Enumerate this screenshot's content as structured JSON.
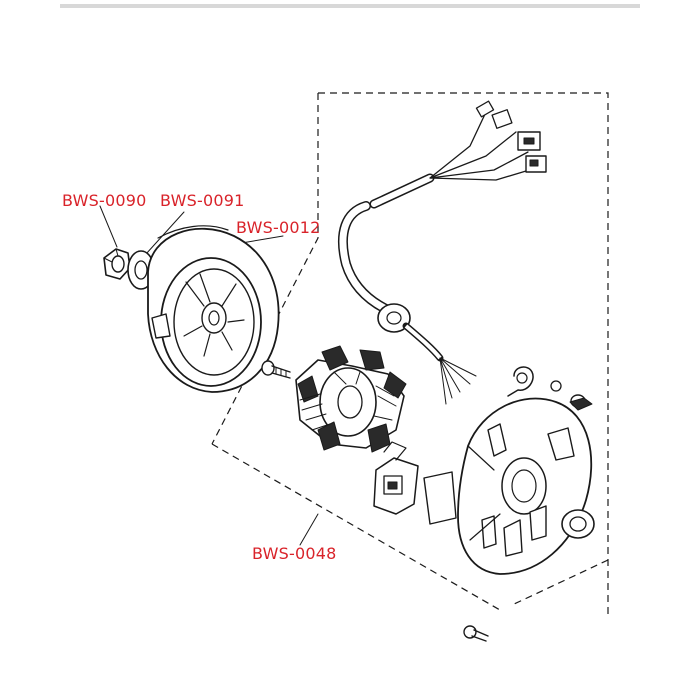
{
  "labels": {
    "nut": "BWS-0090",
    "washer": "BWS-0091",
    "flywheel": "BWS-0012",
    "stator_assembly": "BWS-0048"
  },
  "colors": {
    "label": "#d9232a",
    "line": "#1a1a1a",
    "background": "#ffffff"
  }
}
